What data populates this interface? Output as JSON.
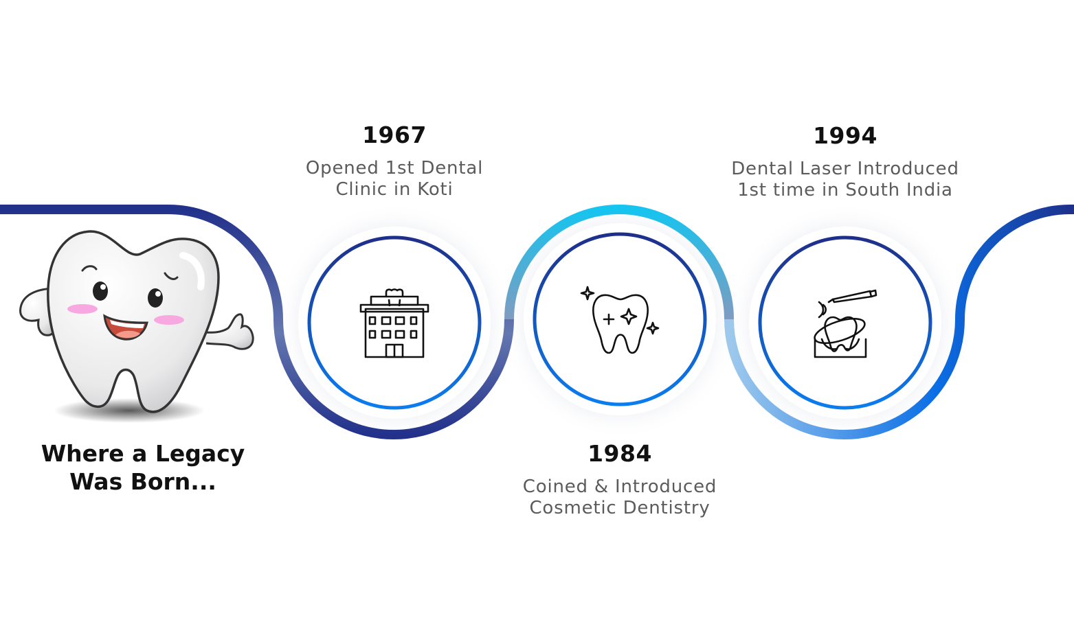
{
  "mascot": {
    "name": "tooth-mascot"
  },
  "tagline": {
    "line1": "Where a Legacy",
    "line2": "Was Born..."
  },
  "milestones": [
    {
      "year": "1967",
      "line1": "Opened 1st Dental",
      "line2": "Clinic in Koti",
      "icon": "hospital-icon"
    },
    {
      "year": "1984",
      "line1": "Coined & Introduced",
      "line2": "Cosmetic Dentistry",
      "icon": "sparkling-tooth-icon"
    },
    {
      "year": "1994",
      "line1": "Dental Laser Introduced",
      "line2": "1st time in South India",
      "icon": "dental-laser-icon"
    }
  ],
  "colors": {
    "navy": "#1e2f8a",
    "blue": "#0a6ee6",
    "cyan": "#16c6f0",
    "text_dark": "#111111",
    "text_gray": "#5b5b5b"
  }
}
